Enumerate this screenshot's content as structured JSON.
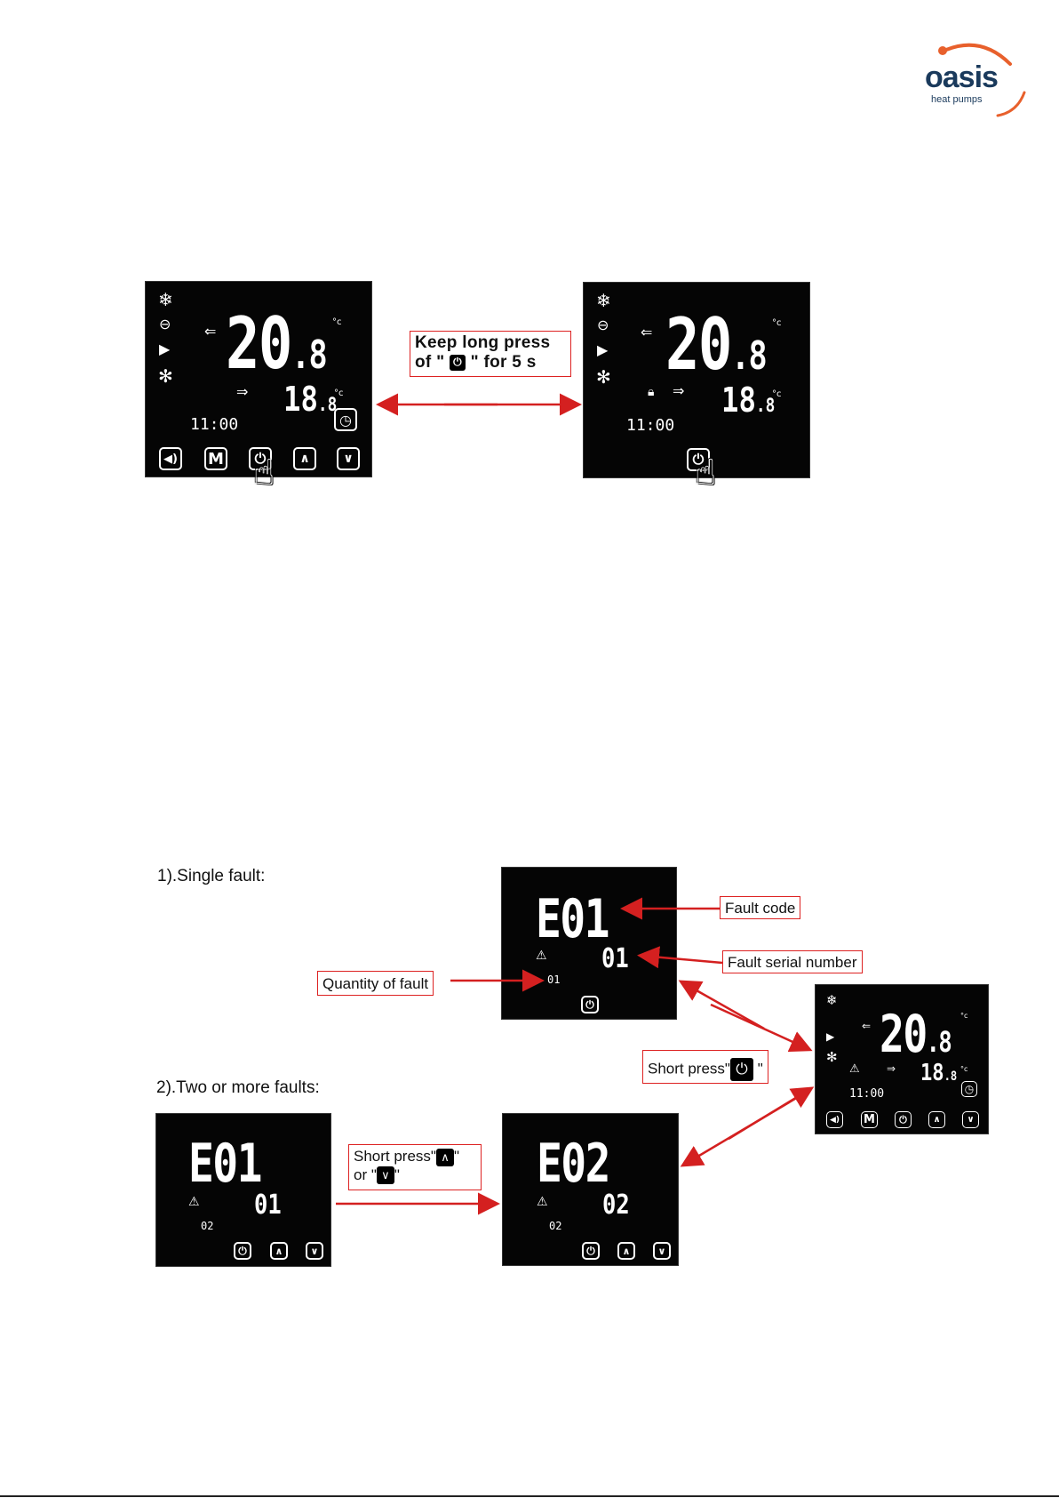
{
  "logo": {
    "brand": "oasis",
    "tagline": "heat pumps",
    "color": "#1a3a5c",
    "accent": "#e8602c"
  },
  "lock_section": {
    "callout_line1": "Keep long press",
    "callout_line2_pre": "of \"",
    "callout_line2_post": "\" for 5 s",
    "panel_left": {
      "main_temp": "20",
      "main_dec": ".8",
      "sub_temp": "18",
      "sub_dec": ".8",
      "unit": "°c",
      "time": "11:00"
    },
    "panel_right": {
      "main_temp": "20",
      "main_dec": ".8",
      "sub_temp": "18",
      "sub_dec": ".8",
      "unit": "°c",
      "time": "11:00"
    },
    "button_m": "M"
  },
  "fault_section": {
    "heading_single": "1).Single fault:",
    "heading_multi": "2).Two or more faults:",
    "single_panel": {
      "code": "E01",
      "serial": "01",
      "quantity": "01"
    },
    "label_fault_code": "Fault code",
    "label_serial": "Fault serial number",
    "label_quantity": "Quantity of fault",
    "short_press_pre": "Short press\"",
    "short_press_post": "\"",
    "short_press_updown_l1_pre": "Short press\"",
    "short_press_updown_l1_post": "\"",
    "short_press_updown_l2_pre": "or \"",
    "short_press_updown_l2_post": "\"",
    "multi_panel_1": {
      "code": "E01",
      "serial": "01",
      "quantity": "02"
    },
    "multi_panel_2": {
      "code": "E02",
      "serial": "02",
      "quantity": "02"
    },
    "normal_panel": {
      "main_temp": "20",
      "main_dec": ".8",
      "sub_temp": "18",
      "sub_dec": ".8",
      "unit": "°c",
      "time": "11:00",
      "button_m": "M"
    }
  },
  "colors": {
    "arrow_red": "#d42020",
    "panel_bg": "#050505"
  }
}
